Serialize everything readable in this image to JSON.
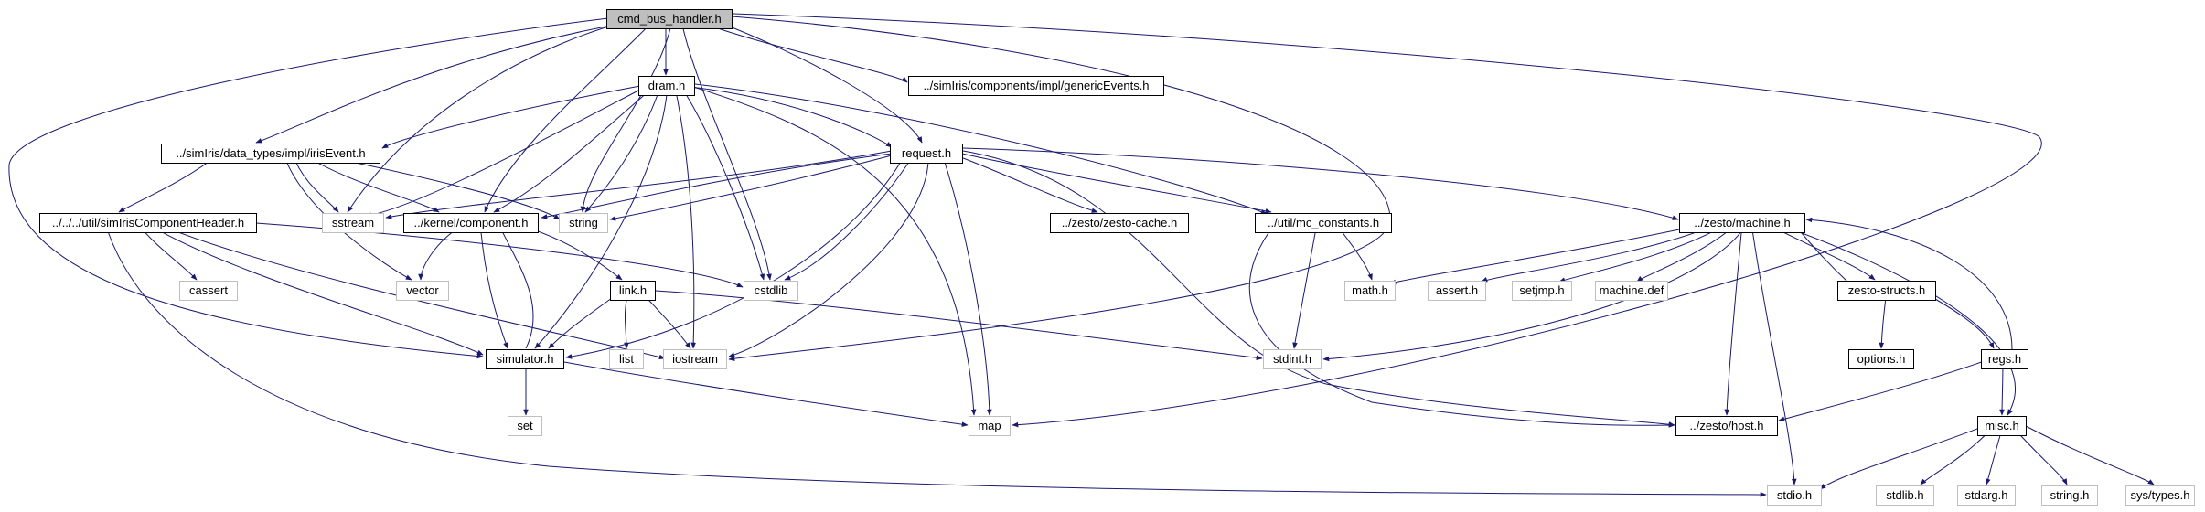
{
  "graph": {
    "edge_color": "#191970",
    "root_fill": "#bfbfbf",
    "external_border": "#bfbfbf",
    "nodes": {
      "cmd_bus_handler": "cmd_bus_handler.h",
      "dram": "dram.h",
      "generic_events": "../simIris/components/impl/genericEvents.h",
      "iris_event": "../simIris/data_types/impl/irisEvent.h",
      "request": "request.h",
      "sim_iris_component_header": "../../../util/simIrisComponentHeader.h",
      "sstream": "sstream",
      "component": "../kernel/component.h",
      "string": "string",
      "zesto_cache": "../zesto/zesto-cache.h",
      "mc_constants": "../util/mc_constants.h",
      "zesto_machine": "../zesto/machine.h",
      "cassert": "cassert",
      "vector": "vector",
      "cstdlib": "cstdlib",
      "link": "link.h",
      "math": "math.h",
      "assert": "assert.h",
      "setjmp": "setjmp.h",
      "machine_def": "machine.def",
      "zesto_structs": "zesto-structs.h",
      "simulator": "simulator.h",
      "list": "list",
      "iostream": "iostream",
      "stdint": "stdint.h",
      "options": "options.h",
      "regs": "regs.h",
      "set": "set",
      "map": "map",
      "zesto_host": "../zesto/host.h",
      "misc": "misc.h",
      "stdio": "stdio.h",
      "stdlib": "stdlib.h",
      "stdarg": "stdarg.h",
      "string_h": "string.h",
      "sys_types": "sys/types.h"
    }
  }
}
